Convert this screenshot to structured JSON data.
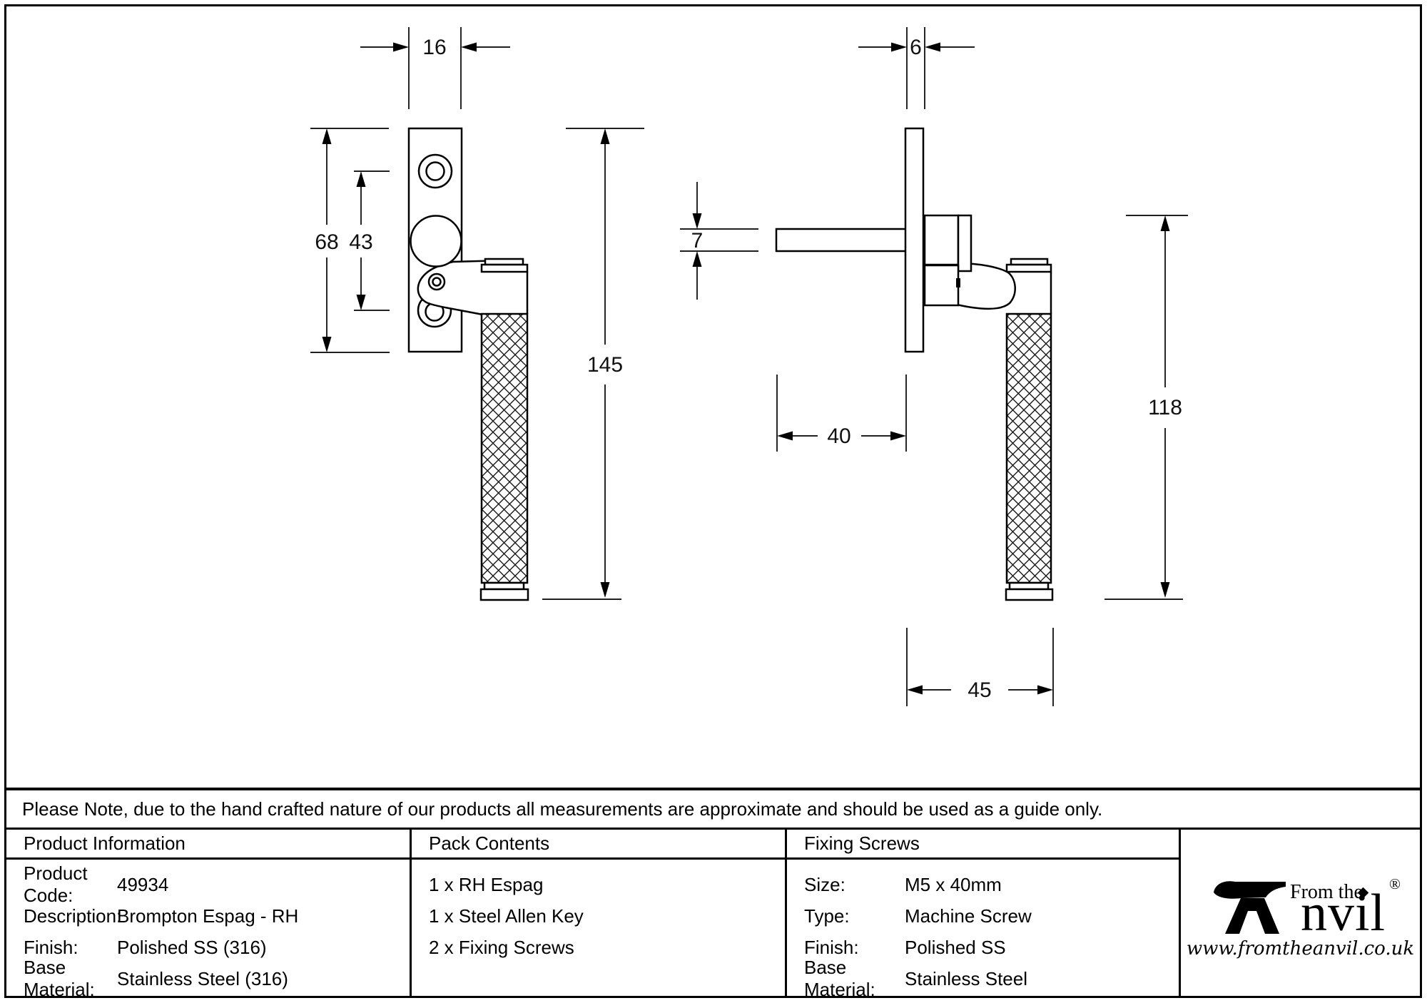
{
  "drawing": {
    "front_view": {
      "dims": {
        "plate_width": "16",
        "plate_height": "68",
        "fixing_centres": "43",
        "overall_length": "145"
      }
    },
    "side_view": {
      "dims": {
        "plate_thickness": "6",
        "spindle_section": "7",
        "spindle_length": "40",
        "handle_length": "118",
        "projection": "45"
      }
    }
  },
  "note": {
    "text": "Please Note, due to the hand crafted nature of our products all measurements are approximate and should be used as a guide only."
  },
  "table": {
    "product_information": {
      "title": "Product Information",
      "rows": [
        {
          "label": "Product Code:",
          "value": "49934"
        },
        {
          "label": "Description:",
          "value": "Brompton Espag - RH"
        },
        {
          "label": "Finish:",
          "value": "Polished SS (316)"
        },
        {
          "label": "Base Material:",
          "value": "Stainless Steel (316)"
        }
      ]
    },
    "pack_contents": {
      "title": "Pack Contents",
      "items": [
        "1 x RH Espag",
        "1 x Steel Allen Key",
        "2 x Fixing Screws"
      ]
    },
    "fixing_screws": {
      "title": "Fixing Screws",
      "rows": [
        {
          "label": "Size:",
          "value": "M5 x 40mm"
        },
        {
          "label": "Type:",
          "value": "Machine Screw"
        },
        {
          "label": "Finish:",
          "value": "Polished SS"
        },
        {
          "label": "Base Material:",
          "value": "Stainless Steel"
        }
      ]
    },
    "logo": {
      "tagline": "From the",
      "brand_tail": "nvil",
      "registered": "®",
      "website": "www.fromtheanvil.co.uk"
    }
  }
}
